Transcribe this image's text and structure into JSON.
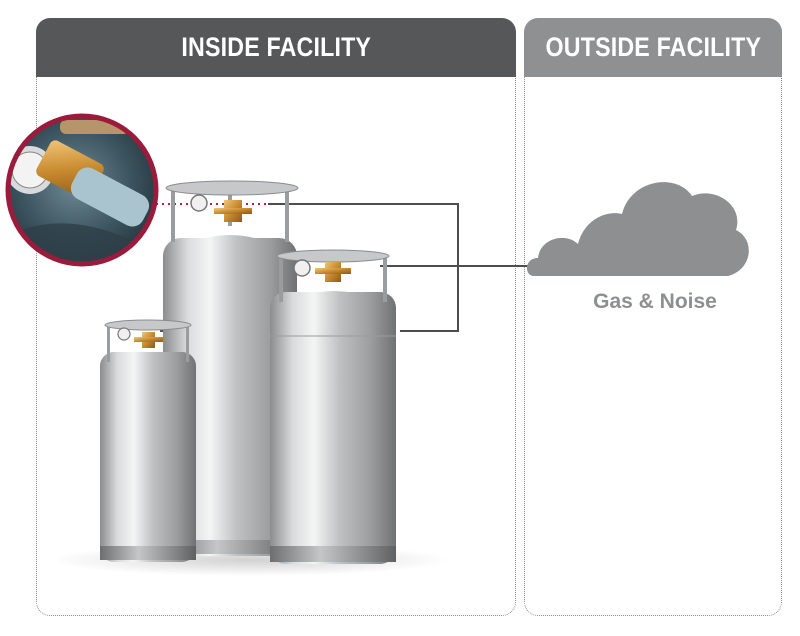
{
  "headers": {
    "inside": "INSIDE FACILITY",
    "outside": "OUTSIDE FACILITY"
  },
  "cloud": {
    "label": "Gas & Noise"
  },
  "colors": {
    "tab_dark": "#555759",
    "tab_light": "#8f9092",
    "cloud": "#8e8f91",
    "detail_ring": "#9b1b3c",
    "pipe_line": "#4d4d4d",
    "dashed_line": "#b8243c"
  },
  "icons": {
    "cylinders": "cryogenic-cylinders",
    "detail": "valve-closeup",
    "cloud": "cloud-icon"
  }
}
